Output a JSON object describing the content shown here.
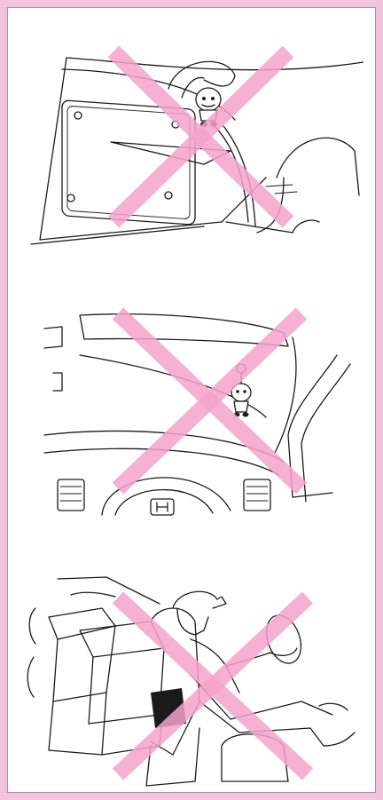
{
  "colors": {
    "border": "#f2c4dc",
    "prohibited_x": "#f5a3cc",
    "line_art": "#1a1a1a"
  },
  "illustrations": [
    {
      "id": "rear-window-hanging-item",
      "icon": "prohibited-x-icon"
    },
    {
      "id": "windshield-hanging-item",
      "icon": "prohibited-x-icon"
    },
    {
      "id": "unsecured-luggage-driver",
      "icon": "prohibited-x-icon"
    }
  ]
}
